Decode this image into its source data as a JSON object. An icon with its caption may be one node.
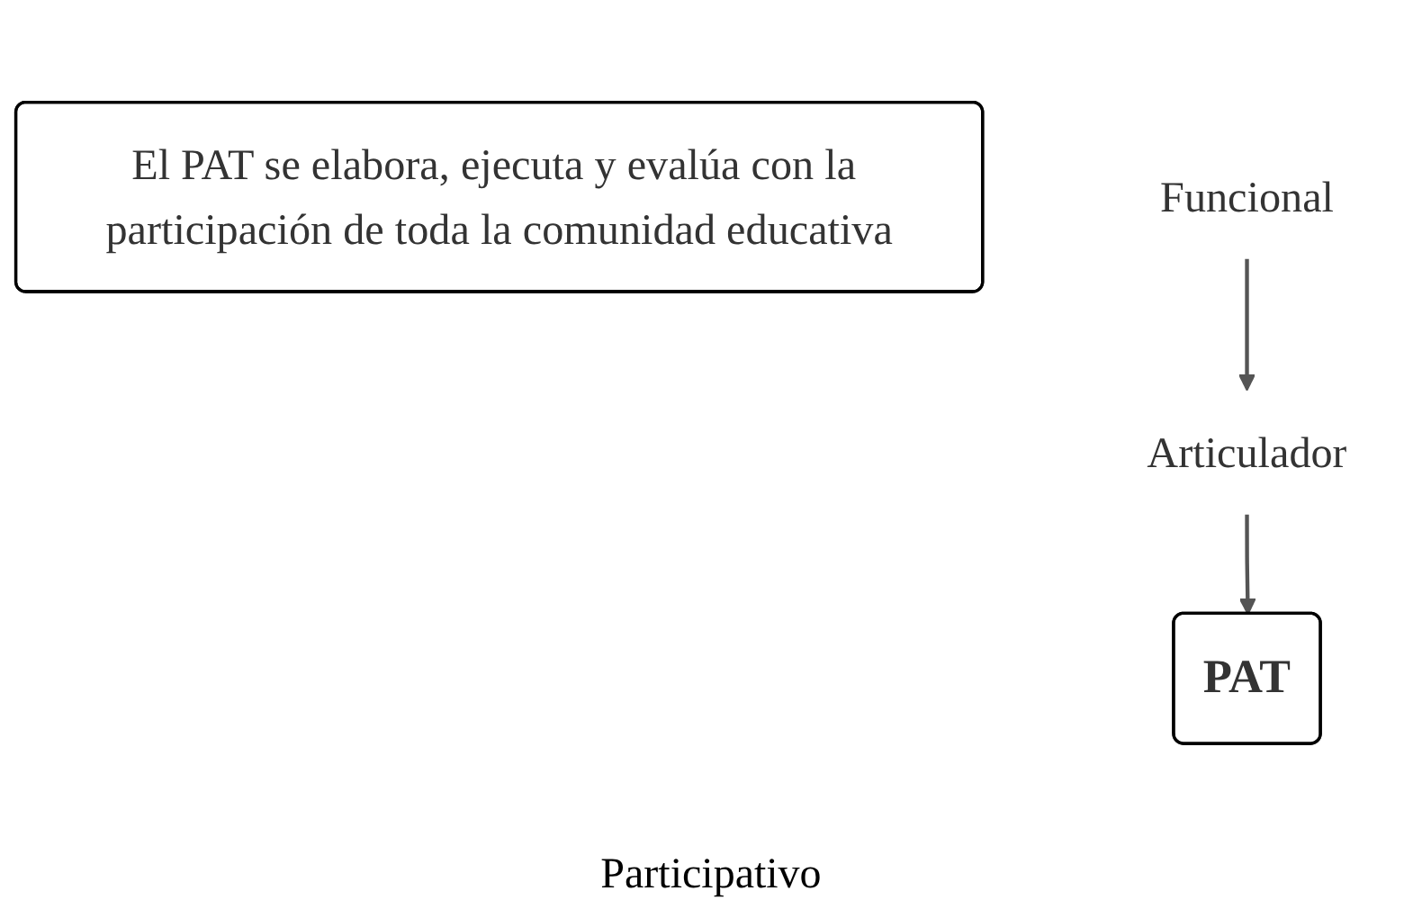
{
  "diagram": {
    "nodes": [
      {
        "text": [
          "El PAT se elabora, ejecuta y evalúa con la participación de toda la comunidad educativa"
        ]
      },
      {
        "text": [
          "PAT"
        ]
      },
      {
        "text": [
          "Funcional"
        ]
      },
      {
        "text": [
          "Articulador"
        ]
      }
    ],
    "edges": [
      {
        "from": 2,
        "to": 3,
        "arrow": "to"
      },
      {
        "from": 3,
        "to": 1,
        "arrow": "to"
      }
    ],
    "labels": [
      "Participativo"
    ]
  }
}
